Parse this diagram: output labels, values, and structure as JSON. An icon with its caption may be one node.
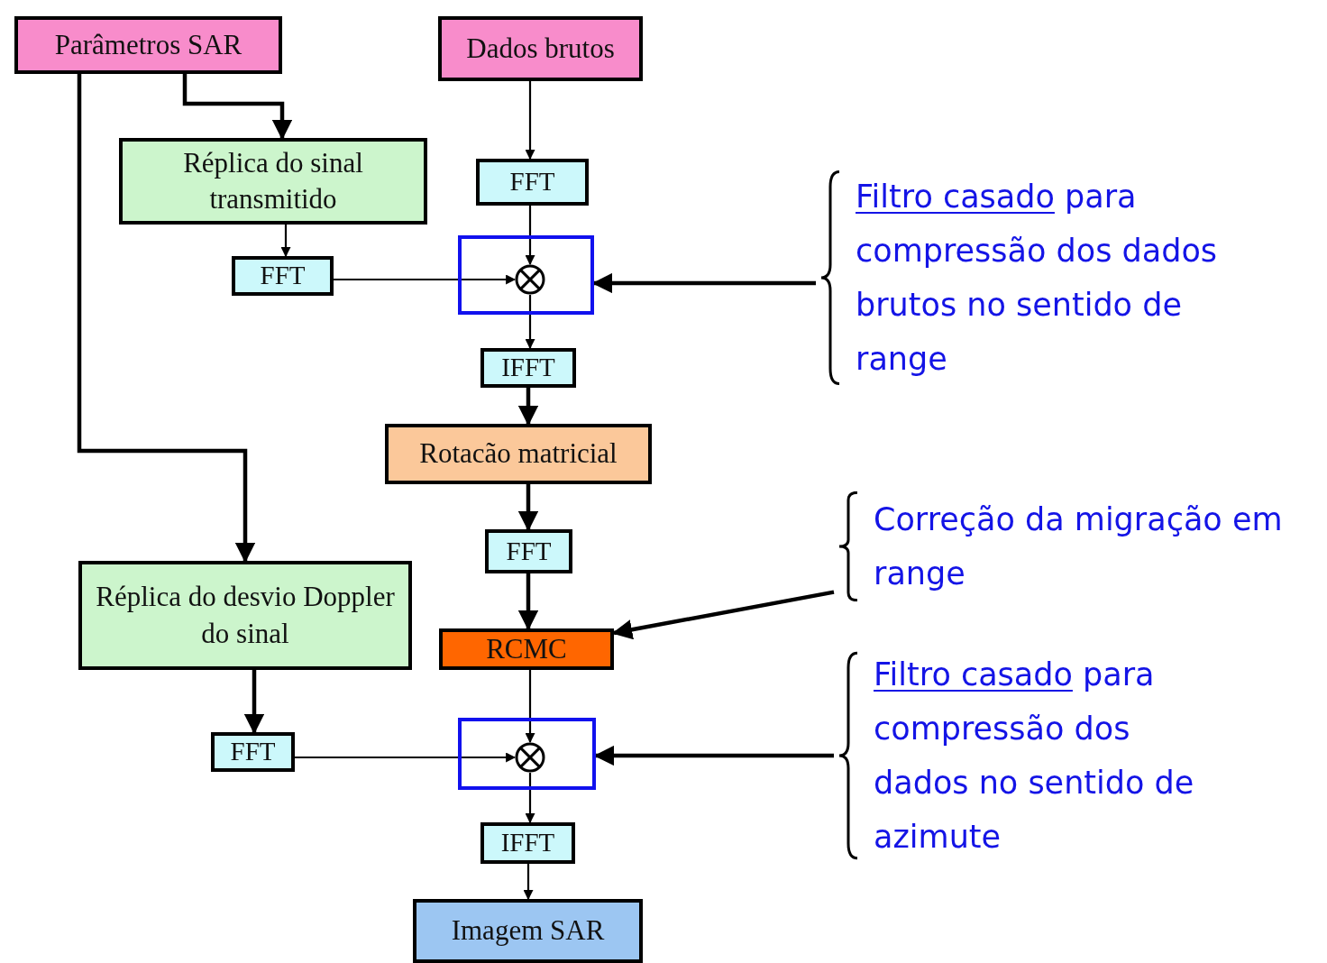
{
  "diagram": {
    "nodes": [
      {
        "text": [
          "Parâmetros SAR"
        ]
      },
      {
        "text": [
          "Dados brutos"
        ]
      },
      {
        "text": [
          "Réplica do sinal transmitido"
        ]
      },
      {
        "text": [
          "FFT"
        ]
      },
      {
        "text": [
          "FFT"
        ]
      },
      {
        "text": [],
        "shape": "box"
      },
      {
        "text": [],
        "shape": "circle",
        "in": 5
      },
      {
        "text": [
          "IFFT"
        ]
      },
      {
        "text": [
          "Rotacão matricial"
        ]
      },
      {
        "text": [
          "FFT"
        ]
      },
      {
        "text": [
          "RCMC"
        ]
      },
      {
        "text": [
          "Réplica do desvio Doppler do sinal"
        ]
      },
      {
        "text": [
          "FFT"
        ]
      },
      {
        "text": [],
        "shape": "box"
      },
      {
        "text": [],
        "shape": "circle",
        "in": 13
      },
      {
        "text": [
          "IFFT"
        ]
      },
      {
        "text": [
          "Imagem SAR"
        ]
      },
      {
        "text": [
          "Filtro casado",
          "para compressão dos dados brutos no sentido de range"
        ]
      },
      {
        "text": [
          "Correção da migração em range"
        ]
      },
      {
        "text": [
          "Filtro casado",
          "para compressão dos dados no sentido de azimute"
        ]
      }
    ],
    "edges": [
      {
        "from": 0,
        "to": 2,
        "arrow": "to",
        "style": "thick"
      },
      {
        "from": 0,
        "to": 11,
        "arrow": "to",
        "style": "thick"
      },
      {
        "from": 1,
        "to": 3,
        "arrow": "to"
      },
      {
        "from": 3,
        "to": 6,
        "arrow": "to"
      },
      {
        "from": 2,
        "to": 4,
        "arrow": "to"
      },
      {
        "from": 4,
        "to": 6,
        "arrow": "to"
      },
      {
        "from": 6,
        "to": 7,
        "arrow": "to"
      },
      {
        "from": 7,
        "to": 8,
        "arrow": "to",
        "style": "thick"
      },
      {
        "from": 8,
        "to": 9,
        "arrow": "to",
        "style": "thick"
      },
      {
        "from": 9,
        "to": 10,
        "arrow": "to",
        "style": "thick"
      },
      {
        "from": 11,
        "to": 12,
        "arrow": "to",
        "style": "thick"
      },
      {
        "from": 10,
        "to": 14,
        "arrow": "to"
      },
      {
        "from": 12,
        "to": 14,
        "arrow": "to"
      },
      {
        "from": 14,
        "to": 15,
        "arrow": "to"
      },
      {
        "from": 15,
        "to": 16,
        "arrow": "to"
      },
      {
        "from": 17,
        "to": 5,
        "arrow": "to",
        "style": "thick"
      },
      {
        "from": 18,
        "to": 10,
        "arrow": "to",
        "style": "thick"
      },
      {
        "from": 19,
        "to": 13,
        "arrow": "to",
        "style": "thick"
      }
    ]
  }
}
